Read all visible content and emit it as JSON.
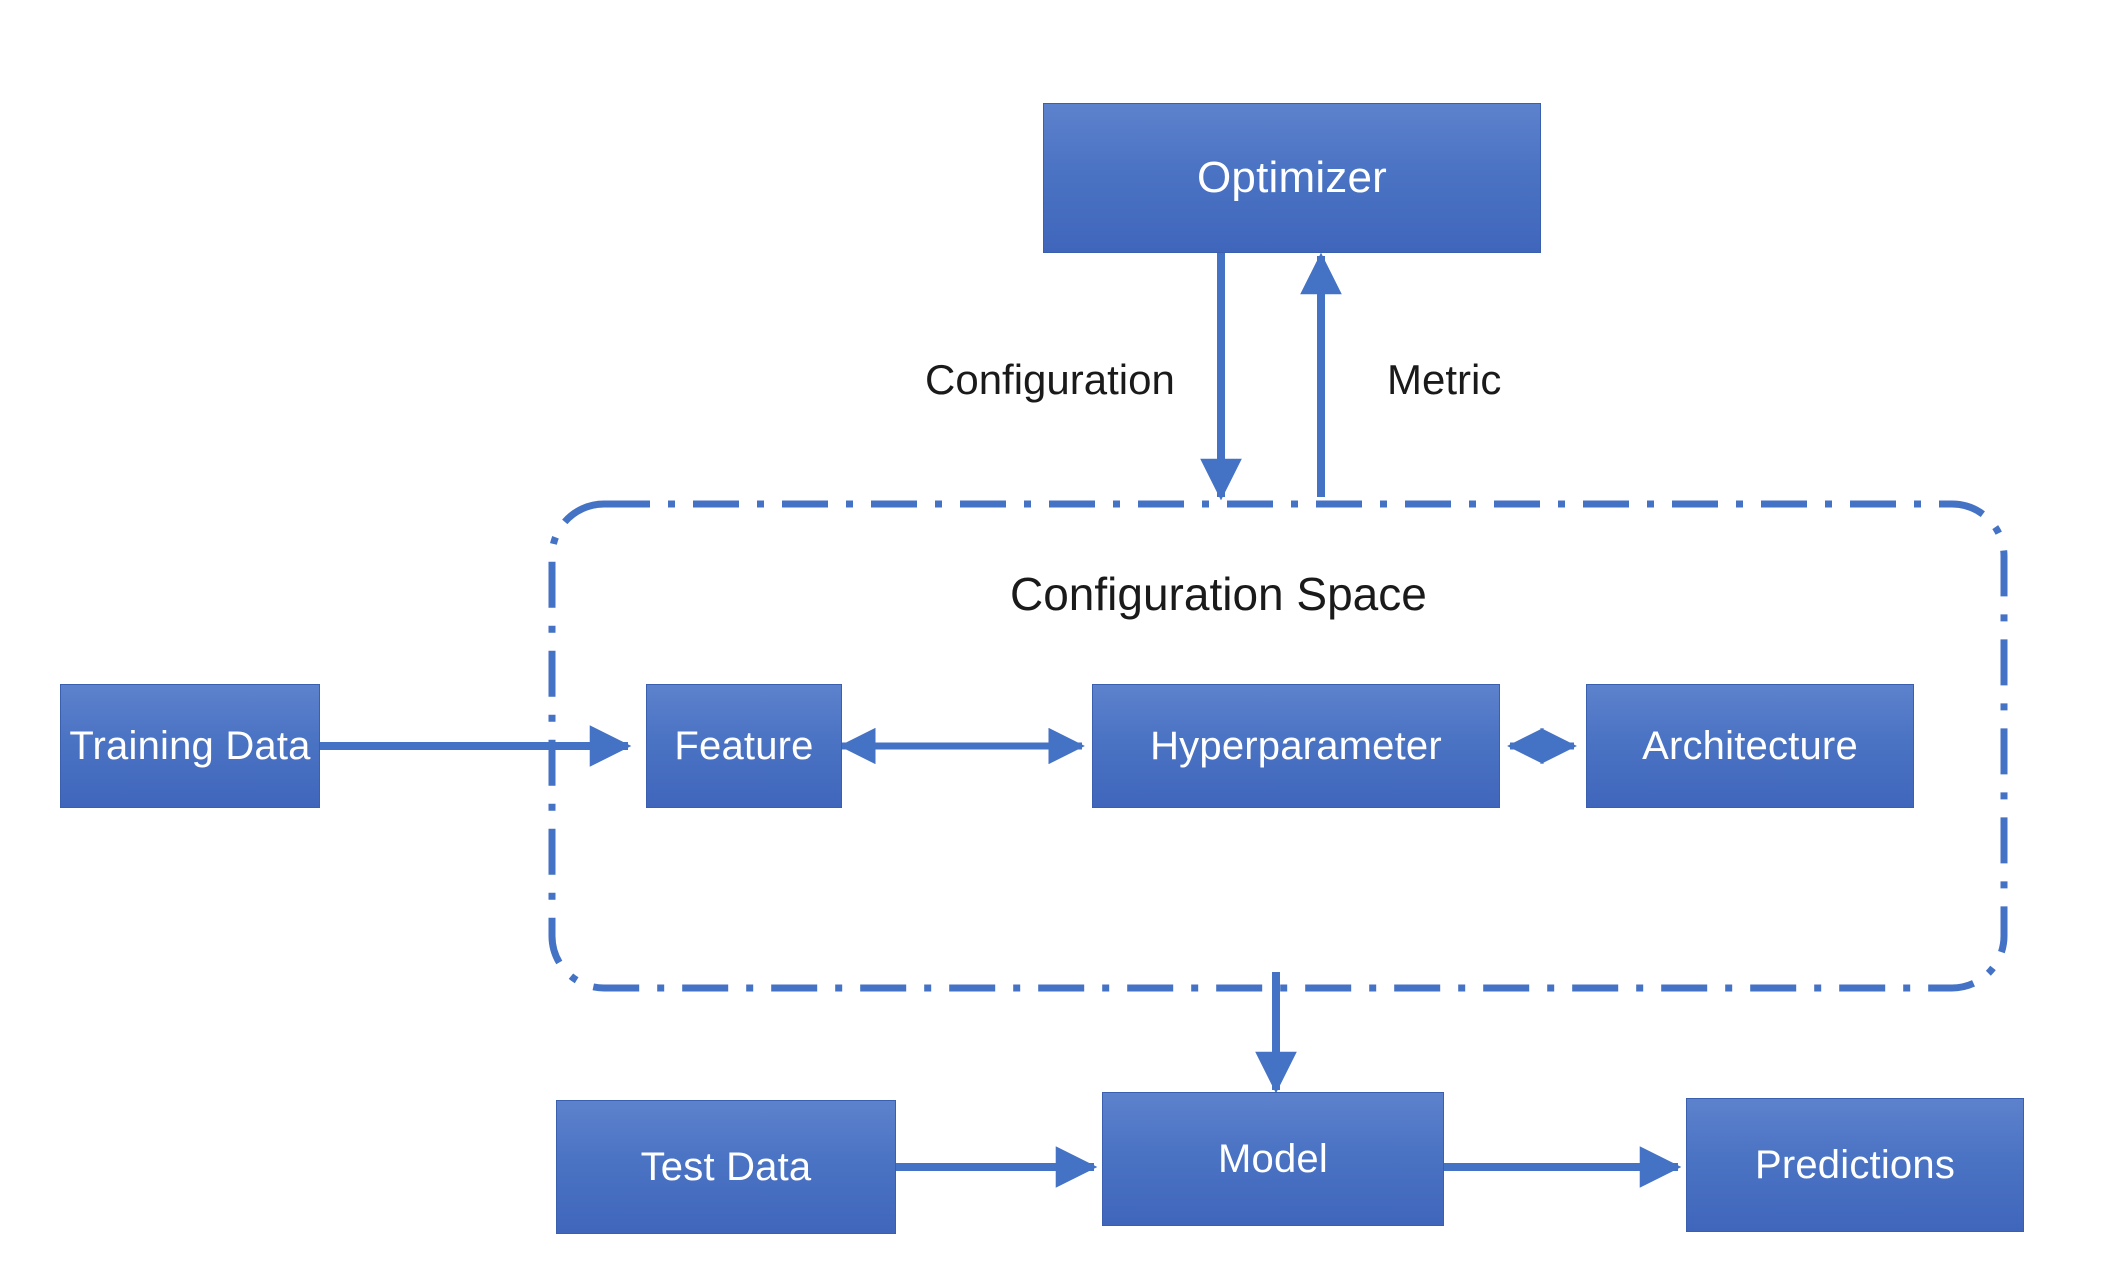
{
  "diagram": {
    "title": "Configuration Space",
    "accent_color": "#4472c4",
    "box_fill_top": "#5d82cd",
    "box_fill_bottom": "#3f66bb",
    "box_border_color": "#3a5fae",
    "box_text_color": "#ffffff",
    "label_text_color": "#1a1a1a",
    "background_color": "#ffffff"
  },
  "nodes": {
    "optimizer": {
      "label": "Optimizer"
    },
    "training_data": {
      "label": "Training Data"
    },
    "feature": {
      "label": "Feature"
    },
    "hyperparameter": {
      "label": "Hyperparameter"
    },
    "architecture": {
      "label": "Architecture"
    },
    "test_data": {
      "label": "Test Data"
    },
    "model": {
      "label": "Model"
    },
    "predictions": {
      "label": "Predictions"
    }
  },
  "group": {
    "configuration_space": {
      "label": "Configuration Space"
    }
  },
  "edge_labels": {
    "configuration": "Configuration",
    "metric": "Metric"
  }
}
